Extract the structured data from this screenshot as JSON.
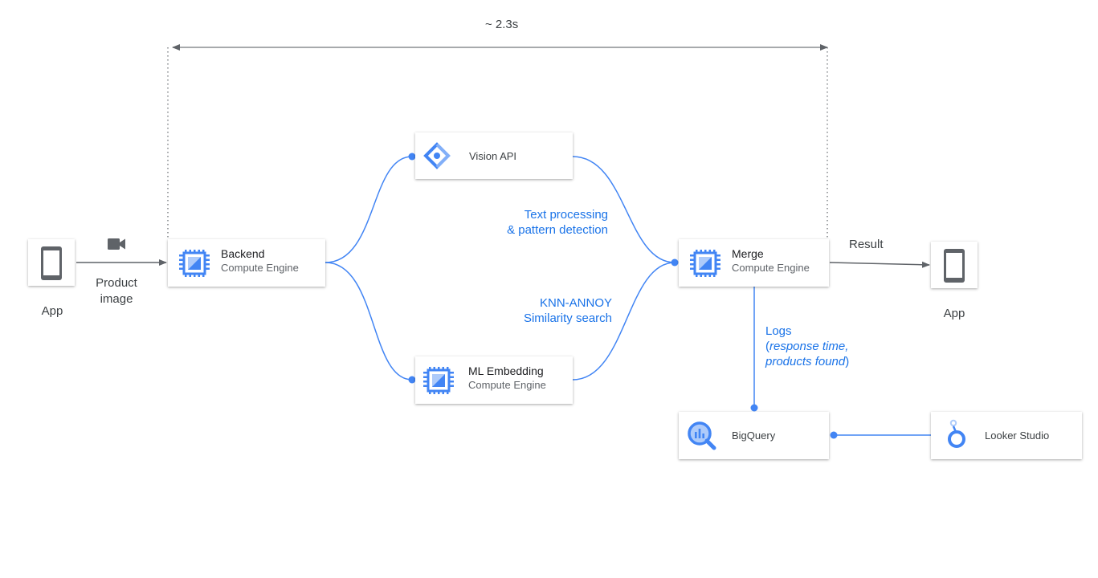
{
  "timing_label": "~ 2.3s",
  "apps": {
    "left": {
      "label": "App"
    },
    "right": {
      "label": "App"
    }
  },
  "input_label": {
    "line1": "Product",
    "line2": "image"
  },
  "result_label": "Result",
  "nodes": {
    "backend": {
      "title": "Backend",
      "subtitle": "Compute Engine"
    },
    "vision": {
      "title": "Vision API"
    },
    "ml": {
      "title": "ML Embedding",
      "subtitle": "Compute Engine"
    },
    "merge": {
      "title": "Merge",
      "subtitle": "Compute Engine"
    },
    "bigquery": {
      "title": "BigQuery"
    },
    "looker": {
      "title": "Looker Studio"
    }
  },
  "edge_labels": {
    "text_processing": {
      "line1": "Text processing",
      "line2": "& pattern detection"
    },
    "knn": {
      "line1": "KNN-ANNOY",
      "line2": "Similarity search"
    },
    "logs": {
      "line1": "Logs",
      "line2_open": "(",
      "line2_italic": "response time,",
      "line3_italic": "products found",
      "line3_close": ")"
    }
  },
  "colors": {
    "accent": "#1a73e8",
    "arrow": "#5f6368",
    "chip": "#4285f4",
    "chip_light": "#aecbfa"
  },
  "icons": [
    "phone-icon",
    "video-camera-icon",
    "compute-engine-icon",
    "vision-api-icon",
    "bigquery-icon",
    "looker-studio-icon"
  ]
}
